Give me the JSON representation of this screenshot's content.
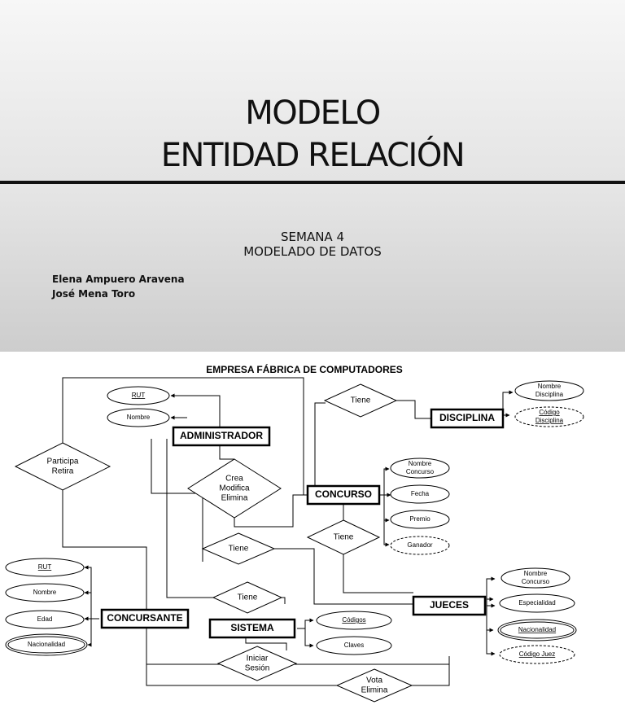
{
  "slide": {
    "title_line1": "MODELO",
    "title_line2": "ENTIDAD RELACIÓN",
    "subtitle_line1": "SEMANA 4",
    "subtitle_line2": "MODELADO DE DATOS",
    "authors": [
      "Elena Ampuero Aravena",
      "José Mena Toro"
    ]
  },
  "diagram": {
    "title": "EMPRESA FÁBRICA DE COMPUTADORES",
    "entities": {
      "administrador": "ADMINISTRADOR",
      "concurso": "CONCURSO",
      "disciplina": "DISCIPLINA",
      "concursante": "CONCURSANTE",
      "sistema": "SISTEMA",
      "jueces": "JUECES"
    },
    "relationships": {
      "participa": [
        "Participa",
        "Retira"
      ],
      "crea": [
        "Crea",
        "Modifica",
        "Elimina"
      ],
      "tiene_disciplina": [
        "Tiene"
      ],
      "tiene_concurso_jueces": [
        "Tiene"
      ],
      "tiene_admin": [
        "Tiene"
      ],
      "tiene_sistema": [
        "Tiene"
      ],
      "iniciar": [
        "Iniciar",
        "Sesión"
      ],
      "vota": [
        "Vota",
        "Elimina"
      ]
    },
    "attributes": {
      "admin_rut": [
        "RUT"
      ],
      "admin_nombre": [
        "Nombre"
      ],
      "disc_nombre": [
        "Nombre",
        "Disciplina"
      ],
      "disc_codigo": [
        "Código",
        "Disciplina"
      ],
      "conc_nombre": [
        "Nombre",
        "Concurso"
      ],
      "conc_fecha": [
        "Fecha"
      ],
      "conc_premio": [
        "Premio"
      ],
      "conc_ganador": [
        "Ganador"
      ],
      "cte_rut": [
        "RUT"
      ],
      "cte_nombre": [
        "Nombre"
      ],
      "cte_edad": [
        "Edad"
      ],
      "cte_nacionalidad": [
        "Nacionalidad"
      ],
      "sis_codigos": [
        "Códigos"
      ],
      "sis_claves": [
        "Claves"
      ],
      "jue_nombre": [
        "Nombre",
        "Concurso"
      ],
      "jue_especialidad": [
        "Especialidad"
      ],
      "jue_nacionalidad": [
        "Nacionalidad"
      ],
      "jue_codigo": [
        "Código Juez"
      ]
    }
  }
}
